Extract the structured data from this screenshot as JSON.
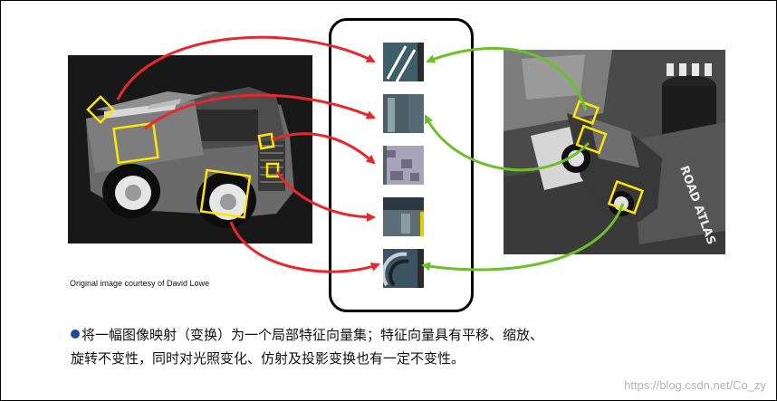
{
  "credit": "Original image courtesy of David Lowe",
  "caption": {
    "line1": "将一幅图像映射（变换）为一个局部特征向量集；特征向量具有平移、缩放、",
    "line2": "旋转不变性，同时对光照变化、仿射及投影变换也有一定不变性。"
  },
  "watermark": "https://blog.csdn.net/Co_zy",
  "colors": {
    "left_arrows": "#e8262b",
    "right_arrows": "#6cc02a",
    "highlight_box": "#ffe600",
    "bullet": "#1f4aa0"
  },
  "patches": [
    {
      "name": "patch-1"
    },
    {
      "name": "patch-2"
    },
    {
      "name": "patch-3"
    },
    {
      "name": "patch-4"
    },
    {
      "name": "patch-5"
    }
  ]
}
